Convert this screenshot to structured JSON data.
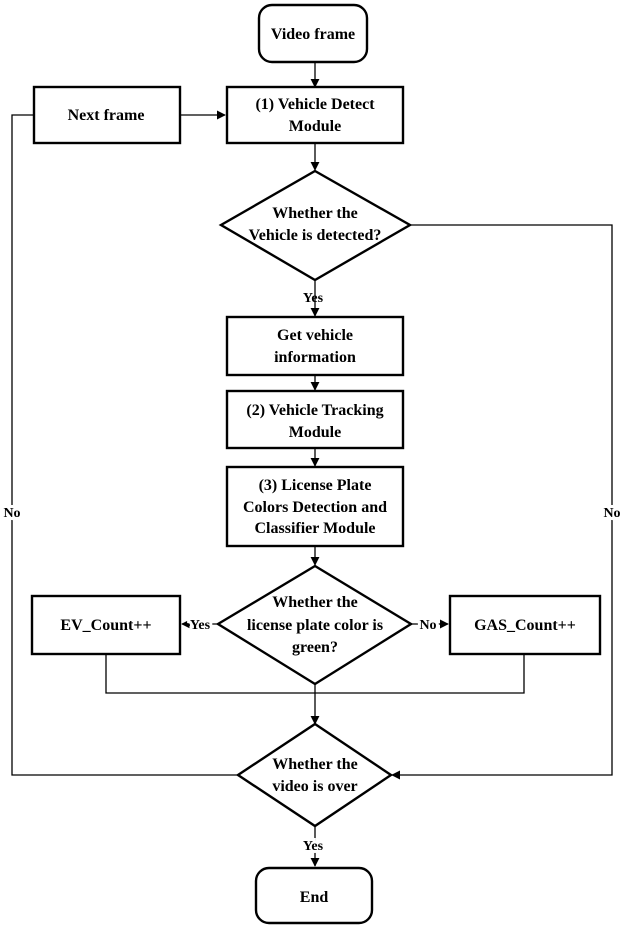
{
  "nodes": {
    "video_frame": "Video frame",
    "next_frame": "Next frame",
    "vehicle_detect": [
      "(1) Vehicle Detect",
      "Module"
    ],
    "detected_q": [
      "Whether the",
      "Vehicle is detected?"
    ],
    "get_info": [
      "Get vehicle",
      "information"
    ],
    "tracking": [
      "(2) Vehicle Tracking",
      "Module"
    ],
    "plate_module": [
      "(3) License Plate",
      "Colors Detection and",
      "Classifier Module"
    ],
    "green_q": [
      "Whether the",
      "license plate color is",
      "green?"
    ],
    "ev_count": "EV_Count++",
    "gas_count": "GAS_Count++",
    "video_over_q": [
      "Whether the",
      "video is over"
    ],
    "end": "End"
  },
  "edge_labels": {
    "detected_yes": "Yes",
    "detected_no": "No",
    "green_yes": "Yes",
    "green_no": "No",
    "over_yes": "Yes",
    "over_no": "No"
  }
}
